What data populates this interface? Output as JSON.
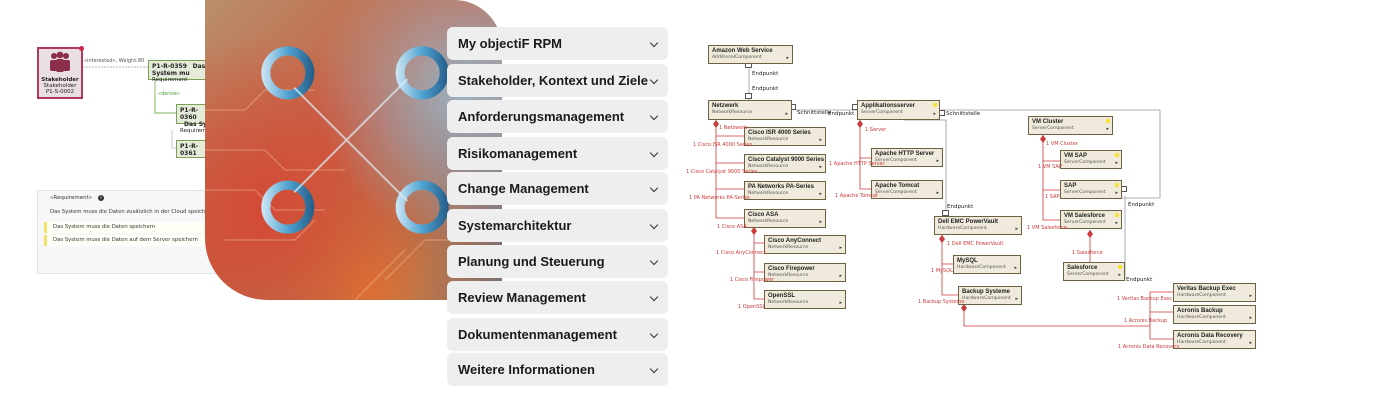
{
  "left_diagram": {
    "stakeholder": {
      "title": "Stakeholder",
      "type": "Stakeholder",
      "id": "P1-S-0002"
    },
    "edge_label": "«interested», Weight:",
    "edge_weight": "80",
    "derive_label": "«derive»",
    "requirements": [
      {
        "id": "P1-R-0359",
        "title": "Das System mu",
        "type": "Requirement"
      },
      {
        "id": "P1-R-0360",
        "title": "Das Sy",
        "type": "Requirement"
      },
      {
        "id": "P1-R-0361",
        "title": "",
        "type": ""
      }
    ],
    "panel": {
      "title": "«Requirement»",
      "info_icon": "info-icon",
      "rows": [
        "Das System muss die Daten zusätzlich in der Cloud speichern",
        "Das System muss die Daten speichern",
        "Das System muss die Daten auf dem Server speichern"
      ]
    }
  },
  "hero": {
    "image": "abstract-x-logo"
  },
  "accordion": {
    "items": [
      {
        "label": "My objectiF RPM",
        "icon": "chevron-down-icon"
      },
      {
        "label": "Stakeholder, Kontext und Ziele",
        "icon": "chevron-down-icon"
      },
      {
        "label": "Anforderungsmanagement",
        "icon": "chevron-down-icon"
      },
      {
        "label": "Risikomanagement",
        "icon": "chevron-down-icon"
      },
      {
        "label": "Change Management",
        "icon": "chevron-down-icon"
      },
      {
        "label": "Systemarchitektur",
        "icon": "chevron-down-icon"
      },
      {
        "label": "Planung und Steuerung",
        "icon": "chevron-down-icon"
      },
      {
        "label": "Review Management",
        "icon": "chevron-down-icon"
      },
      {
        "label": "Dokumentenmanagement",
        "icon": "chevron-down-icon"
      },
      {
        "label": "Weitere Informationen",
        "icon": "chevron-down-icon"
      }
    ]
  },
  "architecture": {
    "nodes": [
      {
        "title": "Amazon Web Service",
        "type": "AdditionalComponent"
      },
      {
        "title": "Netzwerk",
        "type": "NetworkResource"
      },
      {
        "title": "Applikationsserver",
        "type": "ServerComponent"
      },
      {
        "title": "Cisco ISR 4000 Series",
        "type": "NetworkResource"
      },
      {
        "title": "Cisco Catalyst 9000 Series",
        "type": "NetworkResource"
      },
      {
        "title": "PA Networks PA-Series",
        "type": "NetworkResource"
      },
      {
        "title": "Cisco ASA",
        "type": "NetworkResource"
      },
      {
        "title": "Cisco AnyConnect",
        "type": "NetworkResource"
      },
      {
        "title": "Cisco Firepower",
        "type": "NetworkResource"
      },
      {
        "title": "OpenSSL",
        "type": "NetworkResource"
      },
      {
        "title": "Apache HTTP Server",
        "type": "ServerComponent"
      },
      {
        "title": "Apache Tomcat",
        "type": "ServerComponent"
      },
      {
        "title": "Dell EMC PowerVault",
        "type": "HardwareComponent"
      },
      {
        "title": "MySQL",
        "type": "HardwareComponent"
      },
      {
        "title": "Backup Systeme",
        "type": "HardwareComponent"
      },
      {
        "title": "VM Cluster",
        "type": "ServerComponent"
      },
      {
        "title": "VM SAP",
        "type": "ServerComponent"
      },
      {
        "title": "SAP",
        "type": "ServerComponent"
      },
      {
        "title": "VM Salesforce",
        "type": "ServerComponent"
      },
      {
        "title": "Salesforce",
        "type": "ServerComponent"
      },
      {
        "title": "Veritas Backup Exec",
        "type": "HardwareComponent"
      },
      {
        "title": "Acronis Backup",
        "type": "HardwareComponent"
      },
      {
        "title": "Acronis Data Recovery",
        "type": "HardwareComponent"
      }
    ],
    "labels": {
      "endpunkt": "Endpunkt",
      "schnittstelle": "Schnittstelle"
    },
    "edge_labels": [
      "1 Netzwerk",
      "1 Cisco ISR 4000 Series",
      "1 Cisco Catalyst 9000 Series",
      "1 PA Networks PA-Series",
      "1 Cisco ASA",
      "1 Cisco AnyConnect",
      "1 Cisco Firepower",
      "1 OpenSSL",
      "1 Server",
      "1 Apache HTTP Server",
      "1 Apache Tomcat",
      "1 Dell EMC PowerVault",
      "1 MySQL",
      "1 Backup Systeme",
      "1 VM Cluster",
      "1 VM SAP",
      "1 SAP",
      "1 VM Salesforce",
      "1 Salesforce",
      "1 Veritas Backup Exec",
      "1 Acronis Backup",
      "1 Acronis Data Recovery"
    ]
  }
}
